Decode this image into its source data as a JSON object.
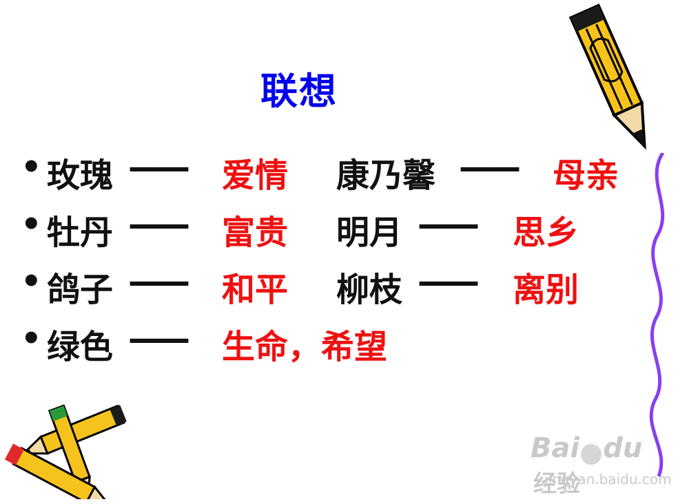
{
  "title": "联想",
  "bullet": "•",
  "dash": "——",
  "rows": [
    {
      "left_term": "玫瑰",
      "left_assoc": "爱情",
      "right_term": "康乃馨",
      "right_assoc": "母亲"
    },
    {
      "left_term": "牡丹",
      "left_assoc": "富贵",
      "right_term": "明月",
      "right_assoc": "思乡"
    },
    {
      "left_term": "鸽子",
      "left_assoc": "和平",
      "right_term": "柳枝",
      "right_assoc": "离别"
    },
    {
      "left_term": "绿色",
      "left_assoc": "生命，希望"
    }
  ],
  "watermark": {
    "brand": "Bai",
    "brand2": "du",
    "suffix": "经验",
    "url": "jingyan.baidu.com"
  },
  "colors": {
    "title": "#0000ee",
    "association": "#ee1111",
    "text": "#111111",
    "border_wave": "#8a3ff0"
  }
}
